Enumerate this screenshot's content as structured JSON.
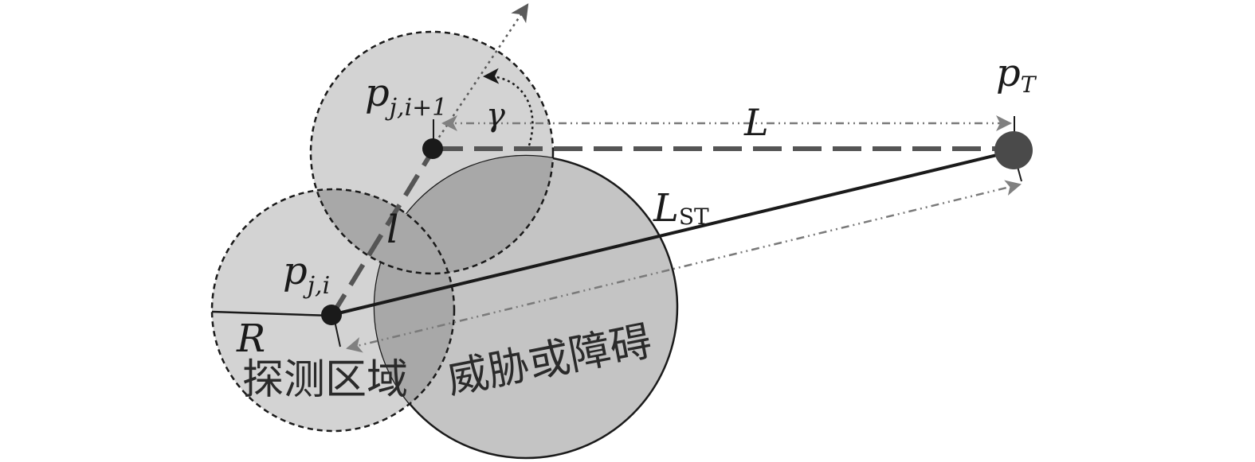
{
  "labels": {
    "p_next": {
      "base": "p",
      "sub": "j,i+1"
    },
    "p_cur": {
      "base": "p",
      "sub": "j,i"
    },
    "p_target": {
      "base": "p",
      "sub": "T"
    },
    "gamma": "γ",
    "L": "L",
    "L_ST": {
      "base": "L",
      "sub": "ST"
    },
    "l": "l",
    "R": "R",
    "detection_region": "探测区域",
    "threat_obstacle": "威胁或障碍"
  },
  "colors": {
    "detection_fill": "#d3d3d3",
    "threat_fill": "#c4c4c4",
    "overlap_fill": "#a8a8a8",
    "stroke": "#1a1a1a",
    "dash_gray": "#6b6b6b",
    "arrow_gray": "#7a7a7a",
    "target_fill": "#4a4a4a"
  }
}
